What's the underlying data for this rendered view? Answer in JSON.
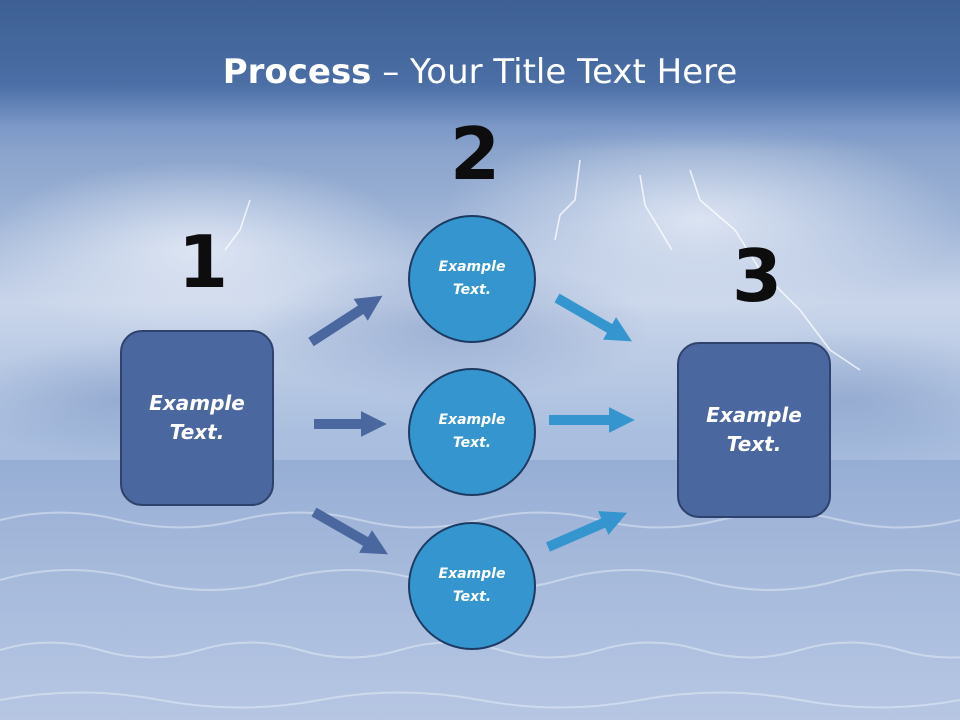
{
  "title": {
    "bold": "Process",
    "rest": " – Your Title Text Here"
  },
  "steps": [
    {
      "number": "1",
      "label": "Example\nText."
    },
    {
      "number": "2",
      "items": [
        "Example\nText.",
        "Example\nText.",
        "Example\nText."
      ]
    },
    {
      "number": "3",
      "label": "Example\nText."
    }
  ],
  "colors": {
    "title_bar": "#4a6ea5",
    "box_fill": "#4b67a0",
    "circle_fill": "#3596cf",
    "arrow_left": "#4a67a0",
    "arrow_right": "#3596cf"
  }
}
